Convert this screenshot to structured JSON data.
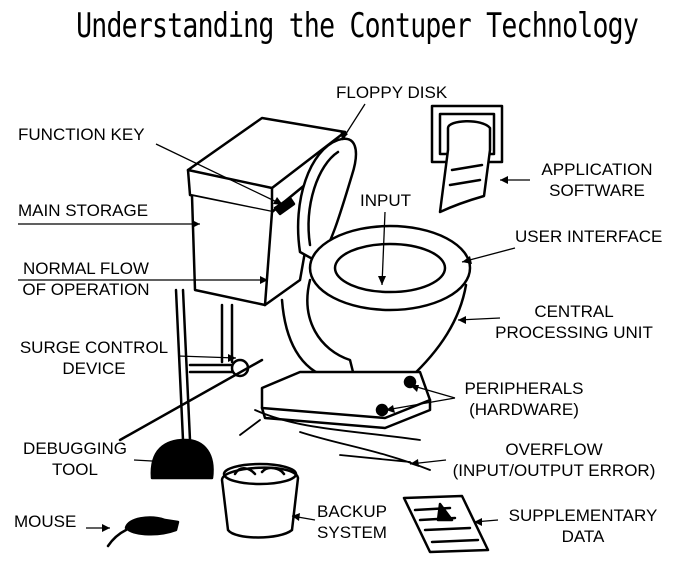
{
  "title": "Understanding the Contuper Technology",
  "labels": {
    "floppy_disk": "FLOPPY DISK",
    "function_key": "FUNCTION KEY",
    "application_software_1": "APPLICATION",
    "application_software_2": "SOFTWARE",
    "input": "INPUT",
    "main_storage": "MAIN STORAGE",
    "user_interface": "USER INTERFACE",
    "normal_flow_1": "NORMAL FLOW",
    "normal_flow_2": "OF OPERATION",
    "central_processing_1": "CENTRAL",
    "central_processing_2": "PROCESSING UNIT",
    "surge_control_1": "SURGE CONTROL",
    "surge_control_2": "DEVICE",
    "peripherals_1": "PERIPHERALS",
    "peripherals_2": "(HARDWARE)",
    "debugging_1": "DEBUGGING",
    "debugging_2": "TOOL",
    "overflow_1": "OVERFLOW",
    "overflow_2": "(INPUT/OUTPUT ERROR)",
    "mouse": "MOUSE",
    "backup_1": "BACKUP",
    "backup_2": "SYSTEM",
    "supplementary_1": "SUPPLEMENTARY",
    "supplementary_2": "DATA"
  }
}
